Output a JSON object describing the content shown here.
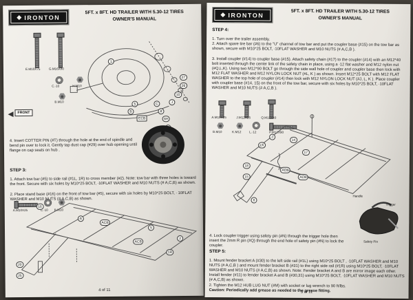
{
  "left": {
    "logo": "IRONTON",
    "title1": "5FT. x 8FT. HD TRAILER WITH 5.30-12 TIRES",
    "title2": "OWNER'S MANUAL",
    "hw_top": [
      "E.M10X75",
      "G.M16X80"
    ],
    "hw_mid": [
      "C.∙10",
      "H.M10",
      "B.M10"
    ],
    "front_label": "FRONT",
    "step4_text": "4. Insert COTTER PIN (#T) through the hole at the end of spindle and bend pin over to lock it. Gently tap dust cap (#29) over hub opening until flange on cap seats on hub .",
    "step3_heading": "STEP 3:",
    "step3_item1": "1. Attach tow bar (#5) to side rail (#1L, 1R) to cross member (#2). Note: tow bar with three holes is toward the front. Secure with six holes by M10*25 BOLT, ∙10FLAT WASHER and M10 NUTS (# A,C,B) as shown.",
    "step3_item2": "2. Place stand base (#16) on the front of tow bar (#5), secure with six holes by M10*25 BOLT, ∙ 10FLAT WASHER and M10 NUTS (# A,C,B) as shown.",
    "hw_bottom": [
      "A.M10X25",
      "C.∙10",
      "B.M10"
    ],
    "wheel_callouts": [
      "1",
      "27",
      "26",
      "10",
      "J",
      "C",
      "8",
      "6H",
      "T",
      "5",
      "B",
      "ECB"
    ],
    "frame_callouts": [
      "16",
      "A",
      "ACB",
      "5",
      "ACB",
      "2",
      "1R",
      "20",
      "25"
    ],
    "page_number": "4 of 11"
  },
  "right": {
    "logo": "IRONTON",
    "title1": "5FT. x 8FT. HD TRAILER WITH 5.30-12 TIRES",
    "title2": "OWNER'S MANUAL",
    "step4_heading": "STEP 4:",
    "step4_item1": "1. Turn over the trailer assembly.",
    "step4_item2": "2. Attach spare tire bar (#6) to the \"U\" channel of tow bar and put the coupler base (#15) on the tow bar as shown, secure with M10*25 BOLT, ∙10FLAT WASHER and M10 NUTS (# A,C,B ).",
    "step4_item3": "3. Install coupler (#14) to coupler base (#15). Attach safety chain (#17) to the coupler (#14) with an M12*40 bolt inserted through the center link of the safety chain in place, using a ∙12 flat washer and M12 nylon nut (#Q,L,K). Using two M12*90 BOLT go through the side wall hole of coupler and coupler base then lock with M12 FLAT WASHER and M12 NYLON LOCK NUT (#L, K ) as shown. Insert M12*25 BOLT with M12 FLAT WASHER to the top hole of coupler (#14) then lock with M12 NYLON LOCK NUT (#J, L, K ). Place coupler with coupler base (#14, 15) on the front of the tow bar, secure with six holes by M10*25 BOLT, ∙10FLAT WASHER and M10 NUTS (# A,C,B ).",
    "step4_item4": "4. Lock coupler trigger using safety pin (#N) through the trigger hole then insert the 2mm R pin (#Q) through the end hole of safety pin (#N) to lock the coupler.",
    "hw_row1": [
      "A.M10X25",
      "J.M12X25",
      "Q.M12X40"
    ],
    "hw_row2": [
      "B.M10",
      "K.M12",
      "L.∙12",
      "P.M12X90"
    ],
    "frame_callouts": [
      "J",
      "14",
      "17",
      "LK",
      "ACB",
      "ACB",
      "18",
      "15",
      "6"
    ],
    "detail_labels": {
      "handle": "Handle",
      "trigger": "Trigger",
      "safety_pin": "Safety Pin"
    },
    "step5_heading": "STEP 5:",
    "step5_item1": "1. Mount fender bracket A (#30) to the left side rail (#1L) using M10*25 BOLT , ∙10FLAT WASHER and M10 NUTS (# A,C,B ) and mount fender bracket B (#31) to the right side rail (#1R) using M10*25 BOLT, ∙10FLAT WASHER and M10 NUTS (# A,C,B) as shown. Note: Fender bracket A and B are mirror image each other. Install fender (#11) to fender bracket A and B (#30,31) using M10*25 BOLT, ∙10FLAT WASHER and M10 NUTS (# A,C,B) as shown.",
    "step5_item2": "2. Tighten the M12 HUB LUG NUT (#M) with socket or lug wrench to 90 ft/lbs.",
    "caution": "Caution: Periodically add grease as needed to the grease fitting.",
    "page_number": "5 of 11"
  }
}
